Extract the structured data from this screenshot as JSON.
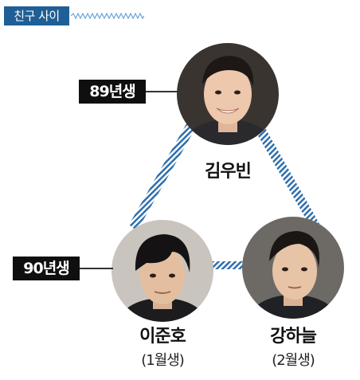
{
  "header": {
    "title": "친구 사이"
  },
  "people": [
    {
      "name": "김우빈",
      "sub": "",
      "badge": "89년생"
    },
    {
      "name": "이준호",
      "sub": "(1월생)",
      "badge": "90년생"
    },
    {
      "name": "강하늘",
      "sub": "(2월생)",
      "badge": ""
    }
  ],
  "colors": {
    "header_bg": "#1f5f95",
    "link_stripe": "#2e6fae",
    "badge_bg": "#0f0f0f"
  }
}
